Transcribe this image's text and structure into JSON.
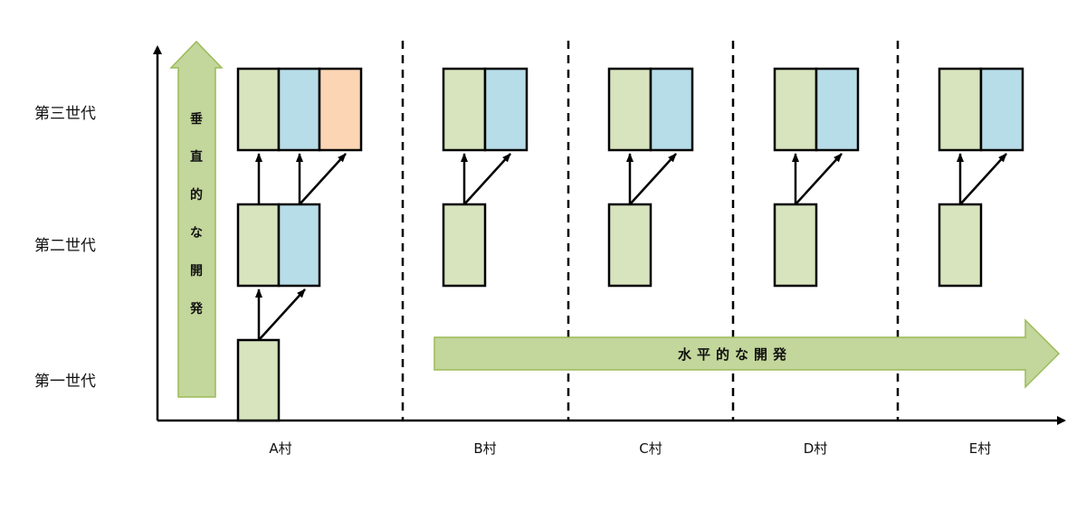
{
  "generations": [
    "第三世代",
    "第二世代",
    "第一世代"
  ],
  "villages": [
    "A村",
    "B村",
    "C村",
    "D村",
    "E村"
  ],
  "vertical_development": {
    "label": "垂直的な開発",
    "chars": [
      "垂",
      "直",
      "的",
      "な",
      "開",
      "発"
    ]
  },
  "horizontal_development": {
    "label": "水平的な開発"
  },
  "colors": {
    "green": "#d7e4bd",
    "blue": "#b7dde8",
    "orange": "#fcd5b5",
    "arrow_fill": "#c3d69b",
    "arrow_stroke": "#9bbb59",
    "line": "#000000"
  }
}
